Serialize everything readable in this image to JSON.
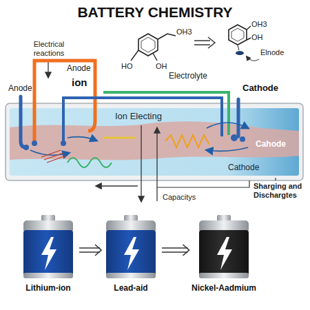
{
  "diagram": {
    "title": "BATTERY CHEMISTRY",
    "nodes": [
      {
        "text": [
          "Ion Electing",
          "Cahode",
          "Cathode"
        ]
      },
      {
        "text": [
          "Lithium-ion"
        ]
      },
      {
        "text": [
          "Lead-aid"
        ]
      },
      {
        "text": [
          "Nickel-Aadmium"
        ]
      }
    ],
    "edges": [
      {
        "from": 1,
        "to": 2,
        "arrow": "to"
      },
      {
        "from": 2,
        "to": 3,
        "arrow": "to"
      }
    ],
    "labels": [
      "Electrical reactions",
      "Anode",
      "Anode",
      "ion",
      "Electrolyte",
      "OH3",
      "HO",
      "OH",
      "OH3",
      "OH",
      "Elnode",
      "Cathode",
      "Capacitys",
      "Sharging and Dischargtes"
    ]
  }
}
